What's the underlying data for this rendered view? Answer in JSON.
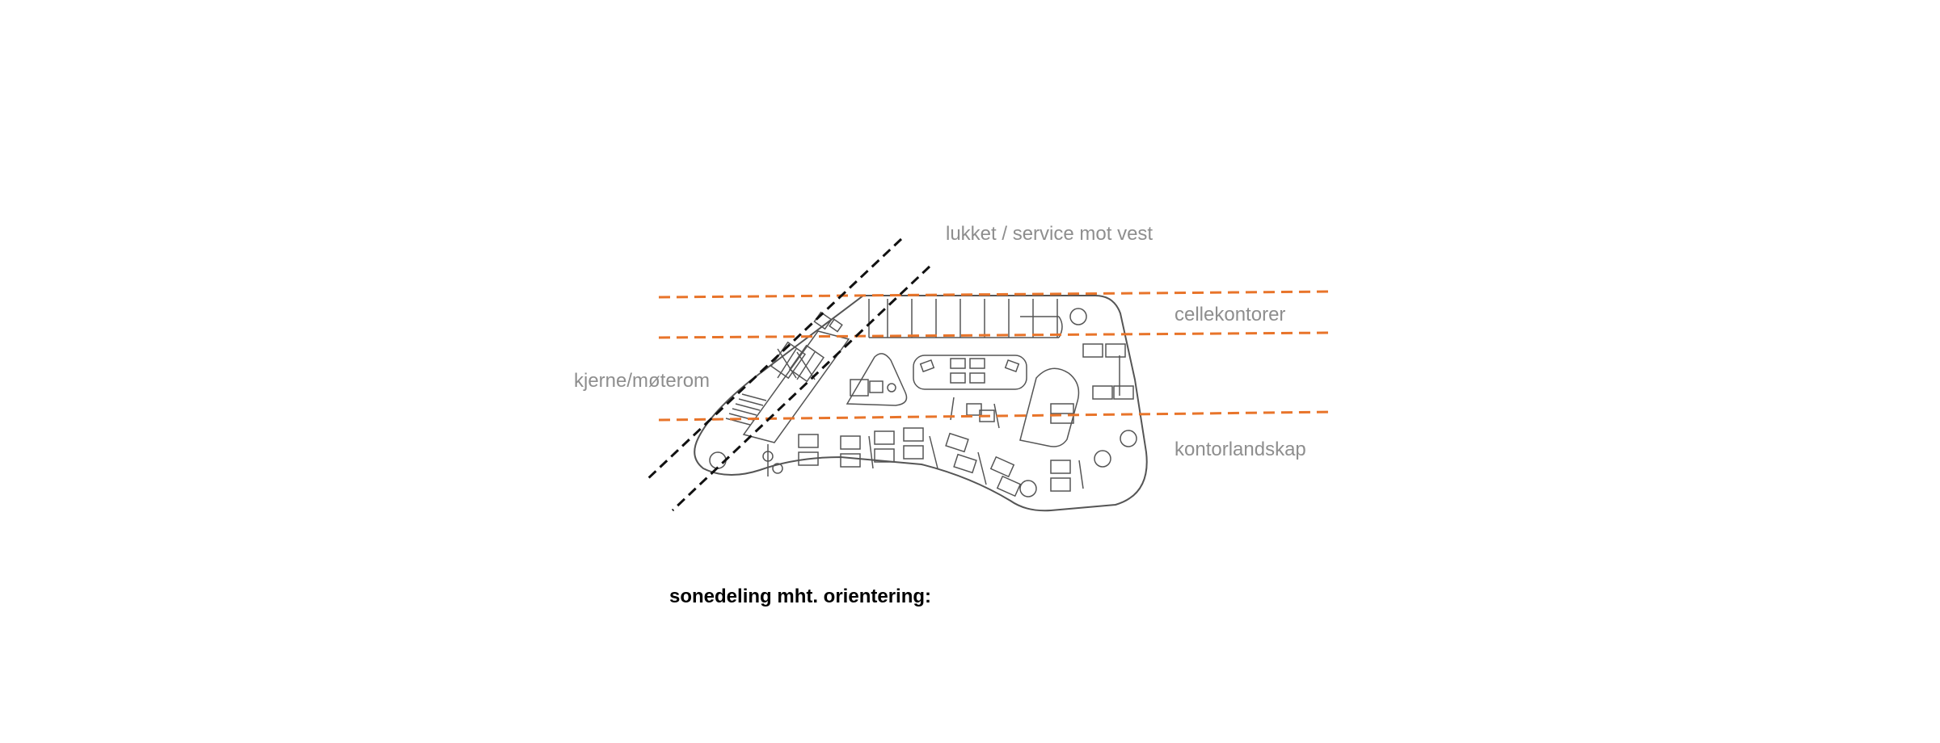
{
  "labels": {
    "west_service": "lukket / service mot vest",
    "cell_offices": "cellekontorer",
    "core_meeting": "kjerne/møterom",
    "open_office": "kontorlandskap"
  },
  "caption": "sonedeling mht. orientering:",
  "colors": {
    "zone_line": "#e8742a",
    "core_line": "#111111",
    "plan_stroke": "#555555",
    "label_text": "#8e8e8e",
    "background": "#ffffff"
  }
}
